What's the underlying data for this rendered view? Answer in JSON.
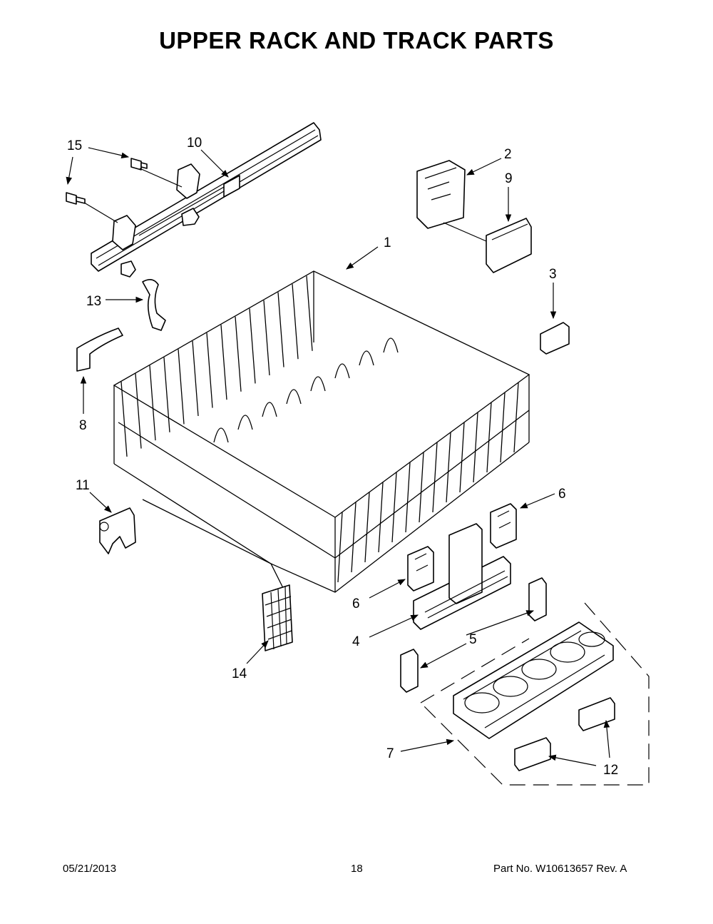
{
  "title": "UPPER RACK AND TRACK PARTS",
  "footer": {
    "date": "05/21/2013",
    "page": "18",
    "part_no": "Part No.  W10613657  Rev.  A"
  },
  "callouts": [
    "1",
    "2",
    "3",
    "4",
    "5",
    "6",
    "6",
    "7",
    "8",
    "9",
    "10",
    "11",
    "12",
    "13",
    "14",
    "15"
  ]
}
